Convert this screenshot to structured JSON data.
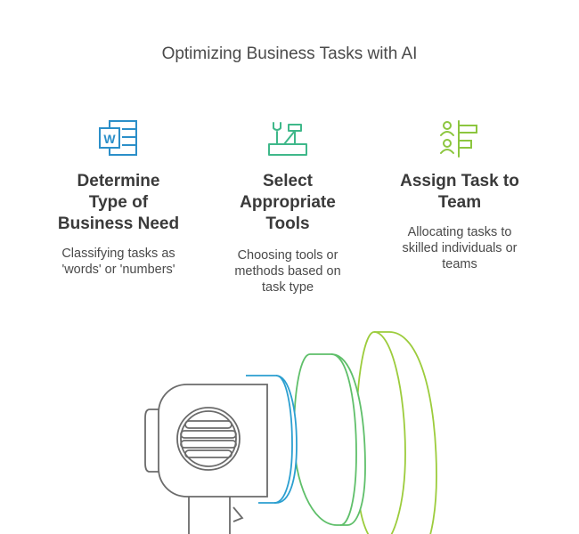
{
  "title": "Optimizing Business Tasks with AI",
  "columns": [
    {
      "icon": "word-document-icon",
      "heading_lines": [
        "Determine",
        "Type of",
        "Business Need"
      ],
      "desc_lines": [
        "Classifying tasks as",
        "'words' or 'numbers'"
      ],
      "color": "#2b8fc9"
    },
    {
      "icon": "toolbox-icon",
      "heading_lines": [
        "Select",
        "Appropriate",
        "Tools"
      ],
      "desc_lines": [
        "Choosing tools or",
        "methods based on",
        "task type"
      ],
      "color": "#3fb88a"
    },
    {
      "icon": "team-assignment-icon",
      "heading_lines": [
        "Assign Task to",
        "Team"
      ],
      "desc_lines": [
        "Allocating tasks to",
        "skilled individuals or",
        "teams"
      ],
      "color": "#8cc63f"
    }
  ],
  "colors": {
    "blue": "#2b9fd0",
    "teal": "#3fbf9a",
    "green": "#6cc24a",
    "lime": "#9ccc3c",
    "gray": "#6b6b6b"
  }
}
